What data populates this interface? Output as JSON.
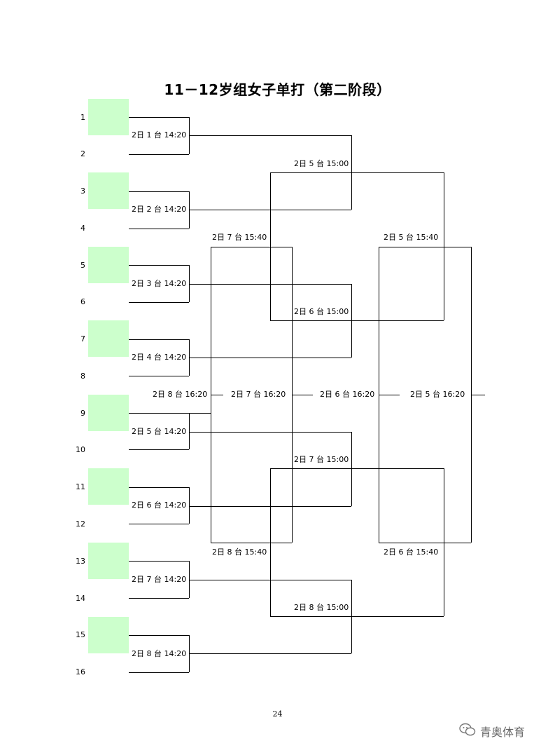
{
  "title": "11－12岁组女子单打（第二阶段）",
  "seeds": [
    "1",
    "2",
    "3",
    "4",
    "5",
    "6",
    "7",
    "8",
    "9",
    "10",
    "11",
    "12",
    "13",
    "14",
    "15",
    "16"
  ],
  "match_labels": [
    "2日 1 台 14:20",
    "2日 2 台 14:20",
    "2日 3 台 14:20",
    "2日 4 台 14:20",
    "2日 5 台 14:20",
    "2日 6 台 14:20",
    "2日 7 台 14:20",
    "2日 8 台 14:20",
    "2日 5 台 15:00",
    "2日 6 台 15:00",
    "2日 7 台 15:00",
    "2日 8 台 15:00",
    "2日 7 台 15:40",
    "2日 8 台 15:40",
    "2日 5 台 15:40",
    "2日 6 台 15:40",
    "2日 8 台 16:20",
    "2日 7 台 16:20",
    "2日 6 台 16:20",
    "2日 5 台 16:20"
  ],
  "page_number": "24",
  "watermark": "青奥体育",
  "colors": {
    "slot_fill": "#ccffcc",
    "line": "#000000"
  }
}
